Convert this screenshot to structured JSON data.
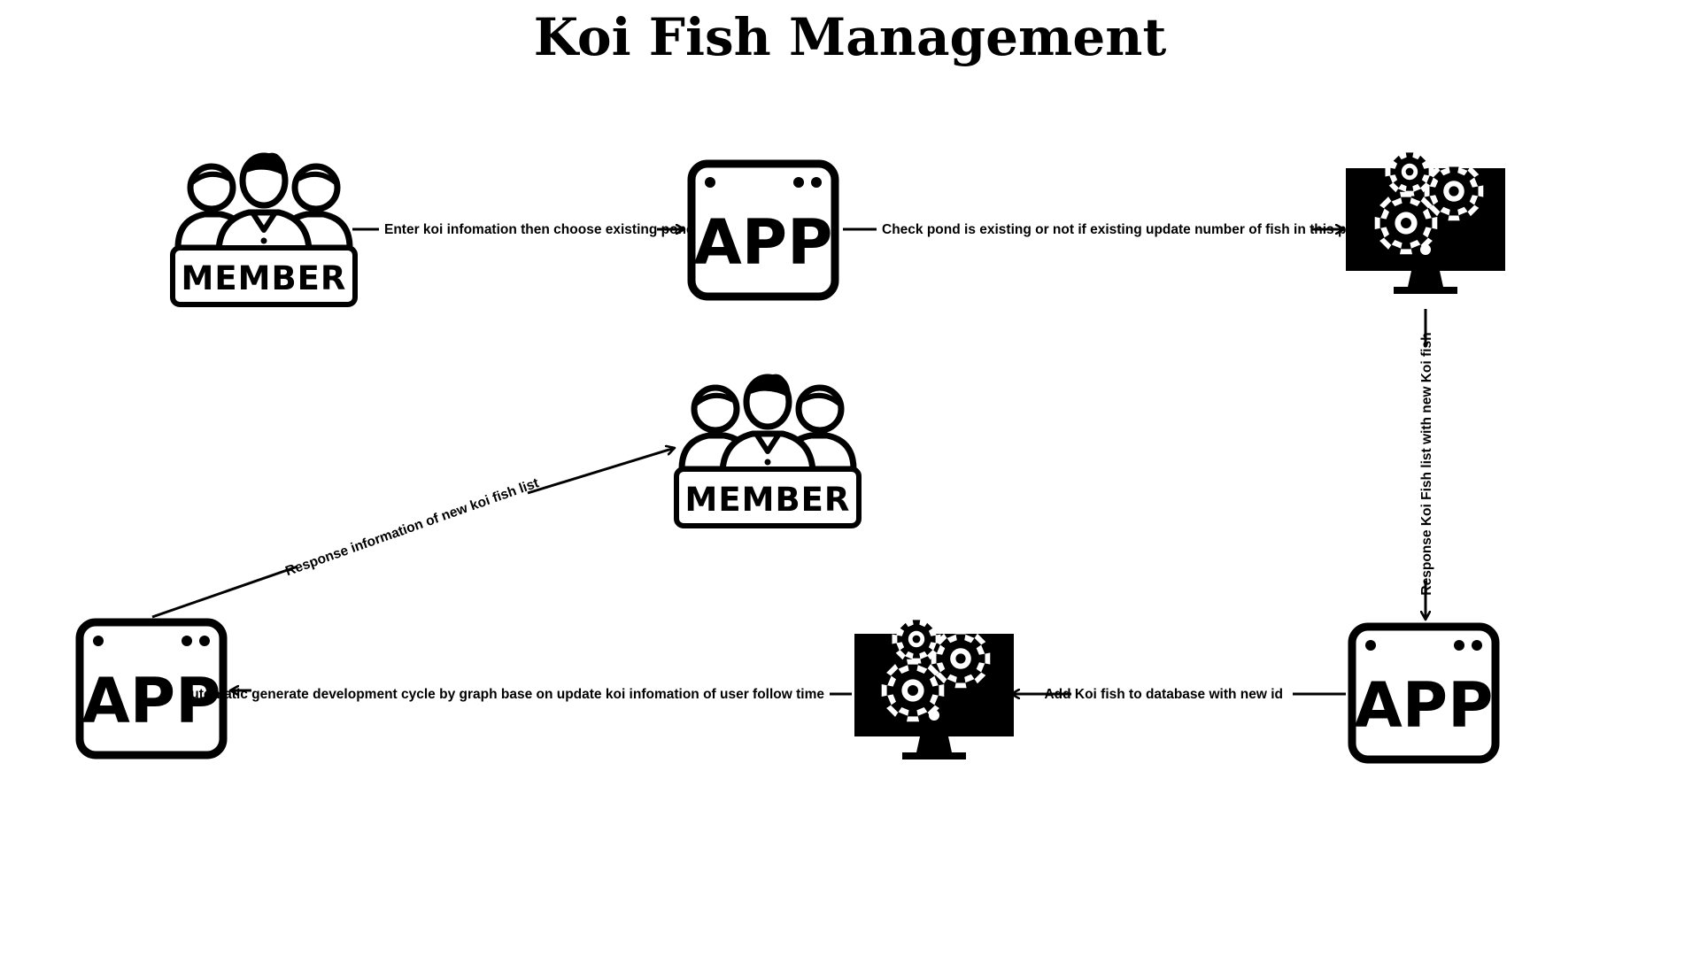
{
  "title": "Koi Fish Management",
  "nodes": {
    "member_1": {
      "label": "MEMBER",
      "icon": "member-group-icon"
    },
    "app_1": {
      "label": "APP",
      "icon": "app-window-icon"
    },
    "server_1": {
      "icon": "monitor-gears-icon"
    },
    "app_2": {
      "label": "APP",
      "icon": "app-window-icon"
    },
    "server_2": {
      "icon": "monitor-gears-icon"
    },
    "app_3": {
      "label": "APP",
      "icon": "app-window-icon"
    },
    "member_2": {
      "label": "MEMBER",
      "icon": "member-group-icon"
    }
  },
  "edges": [
    {
      "from": "member_1",
      "to": "app_1",
      "label": "Enter koi infomation then choose existing pond"
    },
    {
      "from": "app_1",
      "to": "server_1",
      "label": "Check pond is existing or not if existing update number of fish in this pond"
    },
    {
      "from": "server_1",
      "to": "app_2",
      "label": "Response Koi Fish list with new Koi fish"
    },
    {
      "from": "app_2",
      "to": "server_2",
      "label": "Add Koi fish to database with new id"
    },
    {
      "from": "server_2",
      "to": "app_3",
      "label": "Automatic generate development cycle  by graph base on update koi infomation of user follow time"
    },
    {
      "from": "app_3",
      "to": "member_2",
      "label": "Response information of new koi fish list"
    }
  ],
  "colors": {
    "ink": "#000000",
    "background": "#ffffff"
  }
}
